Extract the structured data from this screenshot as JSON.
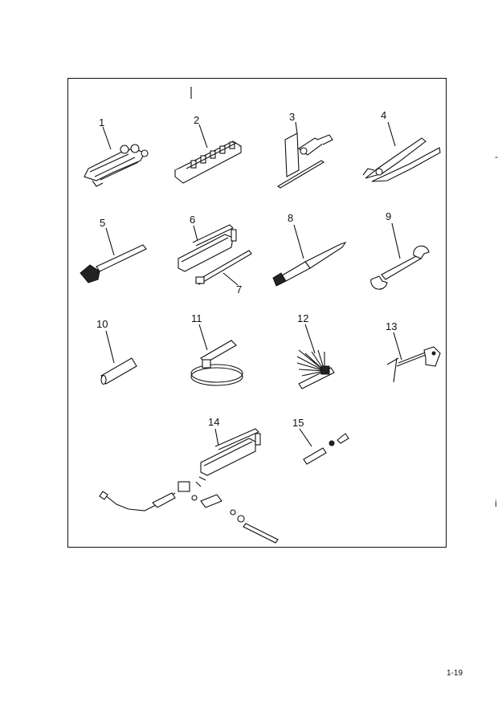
{
  "figure": {
    "callouts": [
      "1",
      "2",
      "3",
      "4",
      "5",
      "6",
      "7",
      "8",
      "9",
      "10",
      "11",
      "12",
      "13",
      "14",
      "15"
    ]
  },
  "page": {
    "page_number": "1-19",
    "margin_marks": [
      "-",
      "i"
    ]
  }
}
